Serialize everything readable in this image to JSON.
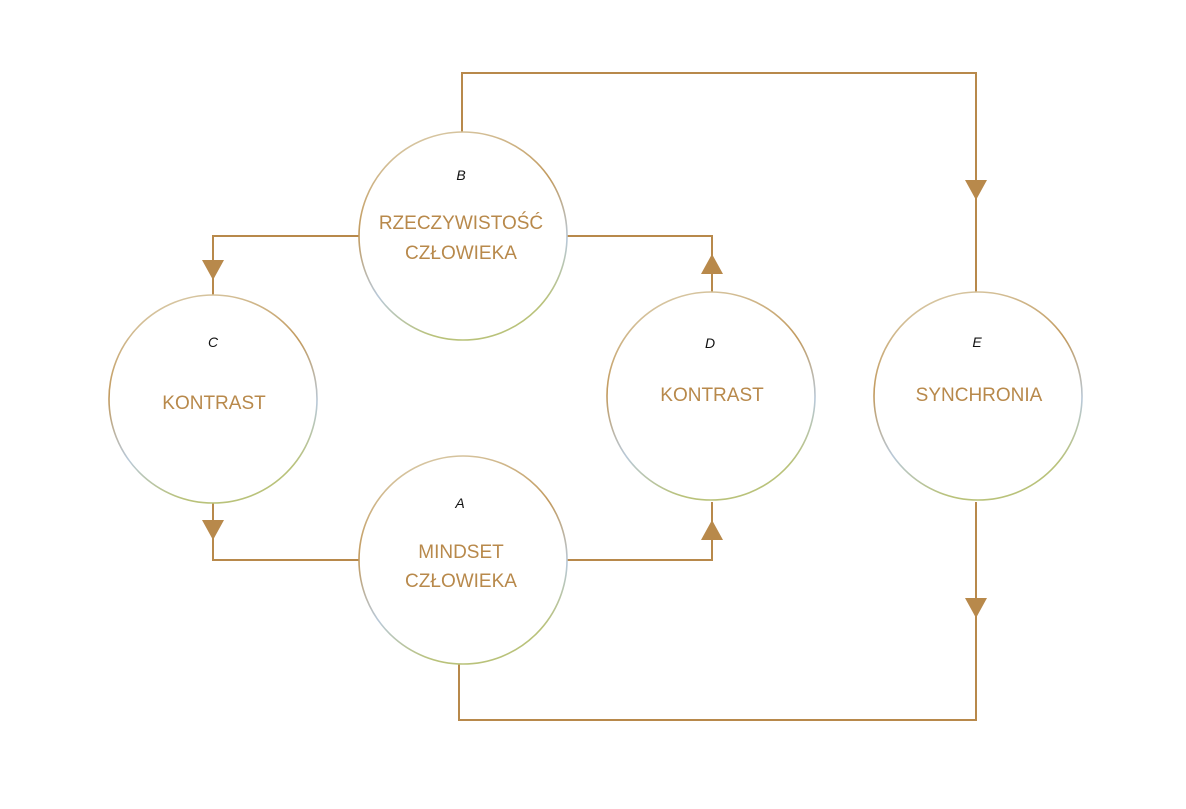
{
  "colors": {
    "accent": "#b8894b",
    "circle_ring_start": "#d9cfae",
    "circle_ring_mid": "#c29a5e",
    "circle_ring_end": "#b9c27a",
    "circle_ring_cool": "#b8c8d8",
    "letter": "#111111"
  },
  "nodes": {
    "a": {
      "letter": "A",
      "line1": "MINDSET",
      "line2": "CZŁOWIEKA"
    },
    "b": {
      "letter": "B",
      "line1": "RZECZYWISTOŚĆ",
      "line2": "CZŁOWIEKA"
    },
    "c": {
      "letter": "C",
      "line1": "KONTRAST",
      "line2": ""
    },
    "d": {
      "letter": "D",
      "line1": "KONTRAST",
      "line2": ""
    },
    "e": {
      "letter": "E",
      "line1": "SYNCHRONIA",
      "line2": ""
    }
  },
  "edges": [
    {
      "from": "B",
      "to": "C",
      "arrow": "down"
    },
    {
      "from": "C",
      "to": "A",
      "arrow": "down"
    },
    {
      "from": "A",
      "to": "D",
      "arrow": "up"
    },
    {
      "from": "D",
      "to": "B",
      "arrow": "up"
    },
    {
      "from": "B",
      "to": "E",
      "arrow": "down"
    },
    {
      "from": "E",
      "to": "A",
      "arrow": "down"
    }
  ]
}
